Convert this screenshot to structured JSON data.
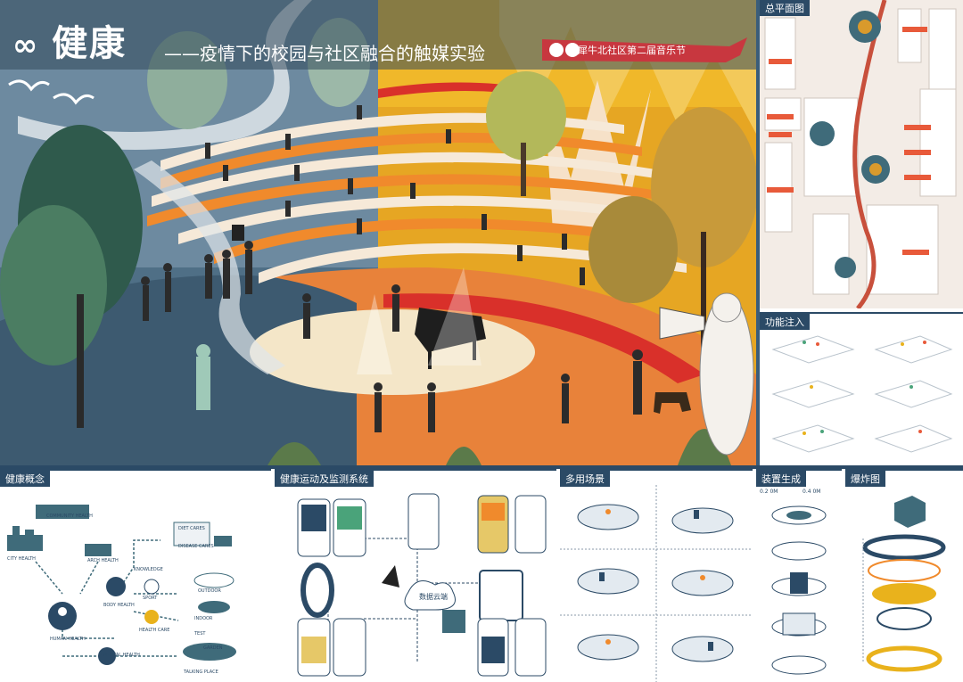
{
  "header": {
    "title": "健康",
    "subtitle": "——疫情下的校园与社区融合的触媒实验",
    "banner": "犀牛北社区第二届音乐节"
  },
  "panels": {
    "site_plan": "总平面图",
    "function": "功能注入",
    "health_concept": "健康概念",
    "monitoring": "健康运动及监测系统",
    "scenarios": "多用场景",
    "device": "装置生成",
    "exploded": "爆炸图"
  },
  "concept": {
    "community": "COMMUNITY HEALTH",
    "city": "CITY HEALTH",
    "arch": "ARCH HEALTH",
    "body": "BODY HEALTH",
    "human": "HUMAN HEALTH",
    "mental": "MENTAL HEALTH",
    "sport": "SPORT",
    "care": "HEALTH CARE",
    "knowledge": "KNOWLEDGE",
    "outdoor": "OUTDOOR",
    "indoor": "INDOOR",
    "garden": "GARDEN",
    "talking": "TALKING PLACE",
    "diet": "DIET CARES",
    "disease": "DISEASE CARES",
    "test": "TEST"
  },
  "monitor": {
    "center": "数据云端"
  },
  "device_dims": {
    "a": "0.2 0M",
    "b": "0.4 0M"
  },
  "colors": {
    "navy": "#2b4a66",
    "orange": "#f08a2c",
    "yellow": "#e9b21c",
    "red": "#d9302a",
    "teal": "#3f6b7a"
  }
}
